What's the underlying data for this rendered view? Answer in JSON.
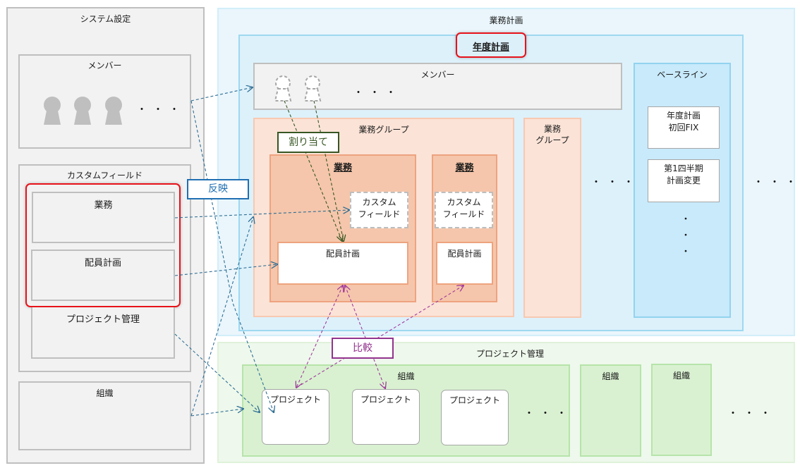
{
  "system_settings": {
    "title": "システム設定",
    "members": {
      "title": "メンバー",
      "ellipsis": "・・・"
    },
    "custom_fields": {
      "title": "カスタムフィールド",
      "items": [
        "業務",
        "配員計画",
        "プロジェクト管理"
      ]
    },
    "organization": {
      "title": "組織"
    }
  },
  "business_plan": {
    "title": "業務計画",
    "annual_plan": {
      "title": "年度計画",
      "members": {
        "title": "メンバー",
        "ellipsis": "・・・"
      },
      "task_group": {
        "title": "業務グループ",
        "tasks": [
          {
            "title": "業務",
            "custom_field": "カスタム\nフィールド",
            "staffing_plan": "配員計画"
          },
          {
            "title": "業務",
            "custom_field": "カスタム\nフィールド",
            "staffing_plan": "配員計画"
          }
        ]
      },
      "task_group_2": {
        "title": "業務\nグループ"
      },
      "ellipsis": "・・・",
      "baseline": {
        "title": "ベースライン",
        "items": [
          "年度計画\n初回FIX",
          "第1四半期\n計画変更"
        ],
        "vertical_ellipsis": "・\n・\n・"
      }
    },
    "ellipsis": "・・・"
  },
  "project_management": {
    "title": "プロジェクト管理",
    "organizations": [
      {
        "title": "組織",
        "projects": [
          "プロジェクト",
          "プロジェクト",
          "プロジェクト"
        ],
        "ellipsis": "・・・"
      },
      {
        "title": "組織"
      },
      {
        "title": "組織"
      }
    ],
    "ellipsis": "・・・"
  },
  "connector_labels": {
    "reflect": "反映",
    "assign": "割り当て",
    "compare": "比較"
  },
  "colors": {
    "reflect": "#2e6e94",
    "assign": "#375623",
    "compare": "#a0399c",
    "highlight": "#e8121a"
  }
}
